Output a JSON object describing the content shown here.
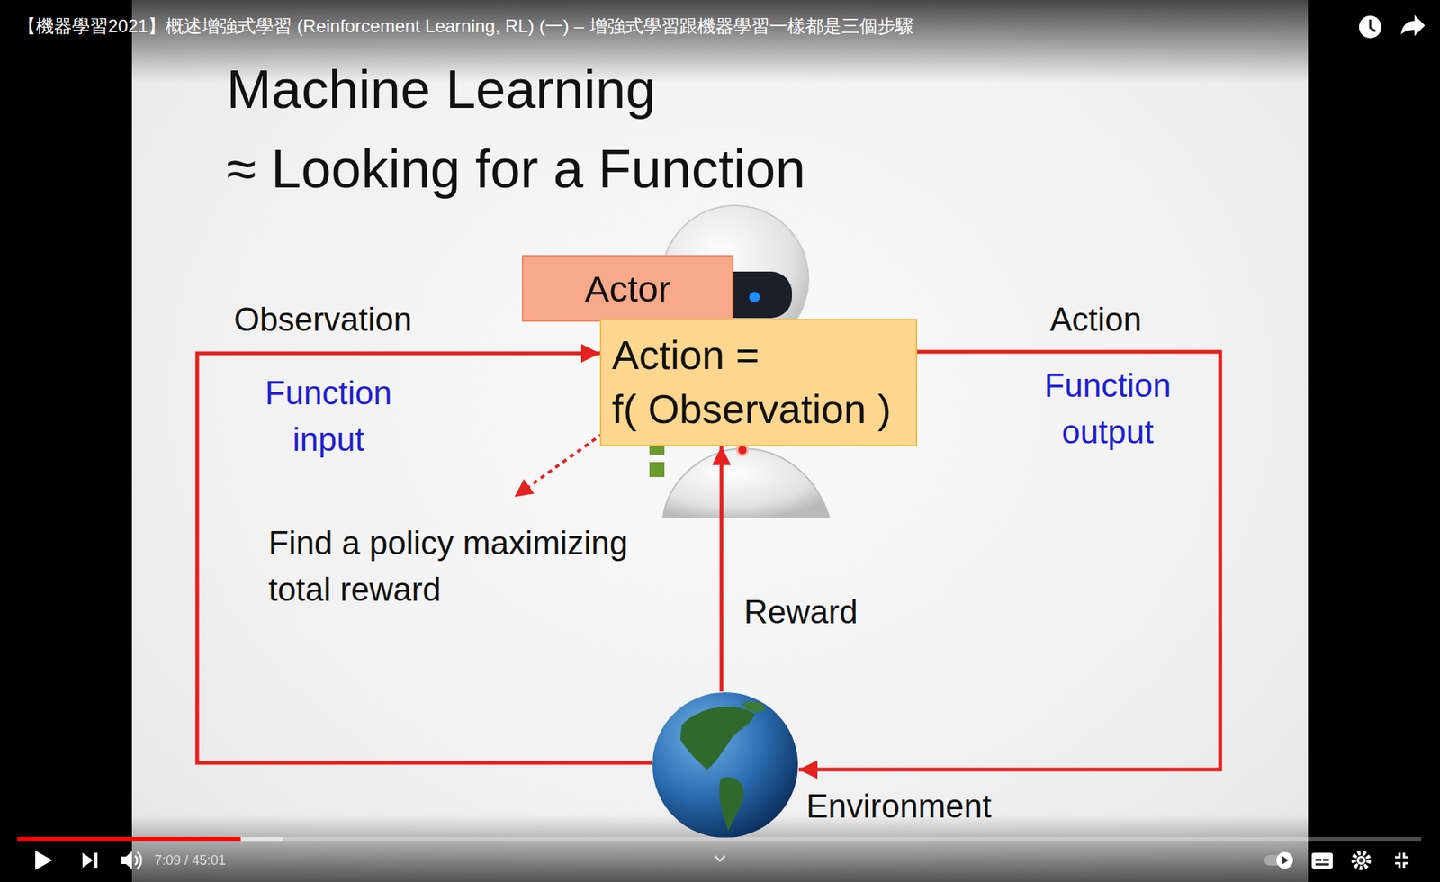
{
  "diagram": {
    "title": "Machine Learning ≈ Looking for a Function",
    "nodes": [
      {
        "text": [
          "Actor"
        ]
      },
      {
        "text": [
          "Action = f( Observation )"
        ]
      },
      {
        "text": [
          "Environment"
        ]
      }
    ],
    "edges": [
      {
        "from": 2,
        "to": 1,
        "arrow": "to",
        "label": "Observation"
      },
      {
        "from": 1,
        "to": 2,
        "arrow": "to",
        "label": "Action"
      },
      {
        "from": 2,
        "to": 1,
        "arrow": "to",
        "label": "Reward"
      }
    ],
    "labels": [
      "【機器學習2021】概述增強式學習 (Reinforcement Learning, RL) (一) – 增強式學習跟機器學習一樣都是三個步驟",
      "Function input",
      "Function output",
      "Find a policy maximizing total reward",
      "7:09 / 45:01"
    ]
  }
}
